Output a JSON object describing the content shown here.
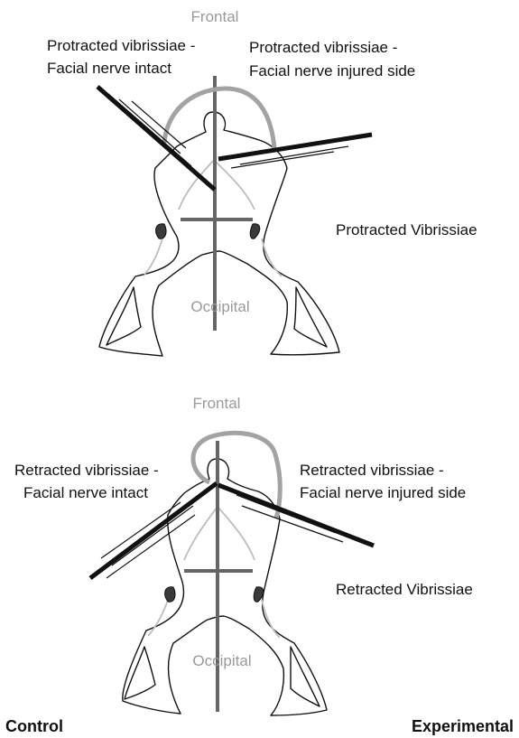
{
  "panels": [
    {
      "axis_top": "Frontal",
      "axis_bottom": "Occipital",
      "left_label": [
        "Protracted vibrissiae -",
        "Facial nerve intact"
      ],
      "right_label": [
        "Protracted vibrissiae -",
        "Facial nerve injured side"
      ],
      "state_label": "Protracted Vibrissiae"
    },
    {
      "axis_top": "Frontal",
      "axis_bottom": "Occipital",
      "left_label": [
        "Retracted vibrissiae -",
        "Facial nerve intact"
      ],
      "right_label": [
        "Retracted vibrissiae -",
        "Facial nerve injured side"
      ],
      "state_label": "Retracted Vibrissiae"
    }
  ],
  "footer": {
    "left": "Control",
    "right": "Experimental"
  },
  "colors": {
    "outline": "#111111",
    "axis": "#666666",
    "arc": "#a3a3a3",
    "grey_text": "#9a9a9a"
  }
}
